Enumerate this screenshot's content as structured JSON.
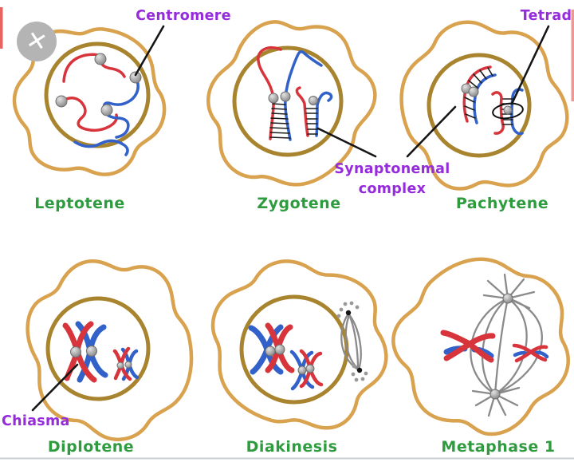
{
  "viewer": {
    "close_icon": "✕"
  },
  "annotations": {
    "centromere": "Centromere",
    "tetrad": "Tetrad",
    "synaptonemal_line1": "Synaptonemal",
    "synaptonemal_line2": "complex",
    "chiasma": "Chiasma"
  },
  "stages": [
    {
      "id": "leptotene",
      "label": "Leptotene"
    },
    {
      "id": "zygotene",
      "label": "Zygotene"
    },
    {
      "id": "pachytene",
      "label": "Pachytene"
    },
    {
      "id": "diplotene",
      "label": "Diplotene"
    },
    {
      "id": "diakinesis",
      "label": "Diakinesis"
    },
    {
      "id": "metaphase-1",
      "label": "Metaphase 1"
    }
  ],
  "colors": {
    "cell_membrane": "#D9A24E",
    "nucleus": "#A9842F",
    "chromosome_red": "#D8343C",
    "chromosome_blue": "#3161C9",
    "centromere_grey": "#9A9A9A",
    "label_purple": "#952BDB",
    "label_green": "#2E9B3F",
    "pointer_black": "#161616",
    "edge_marker_red": "#E0302C",
    "close_button_grey": "#B4B4B4"
  }
}
